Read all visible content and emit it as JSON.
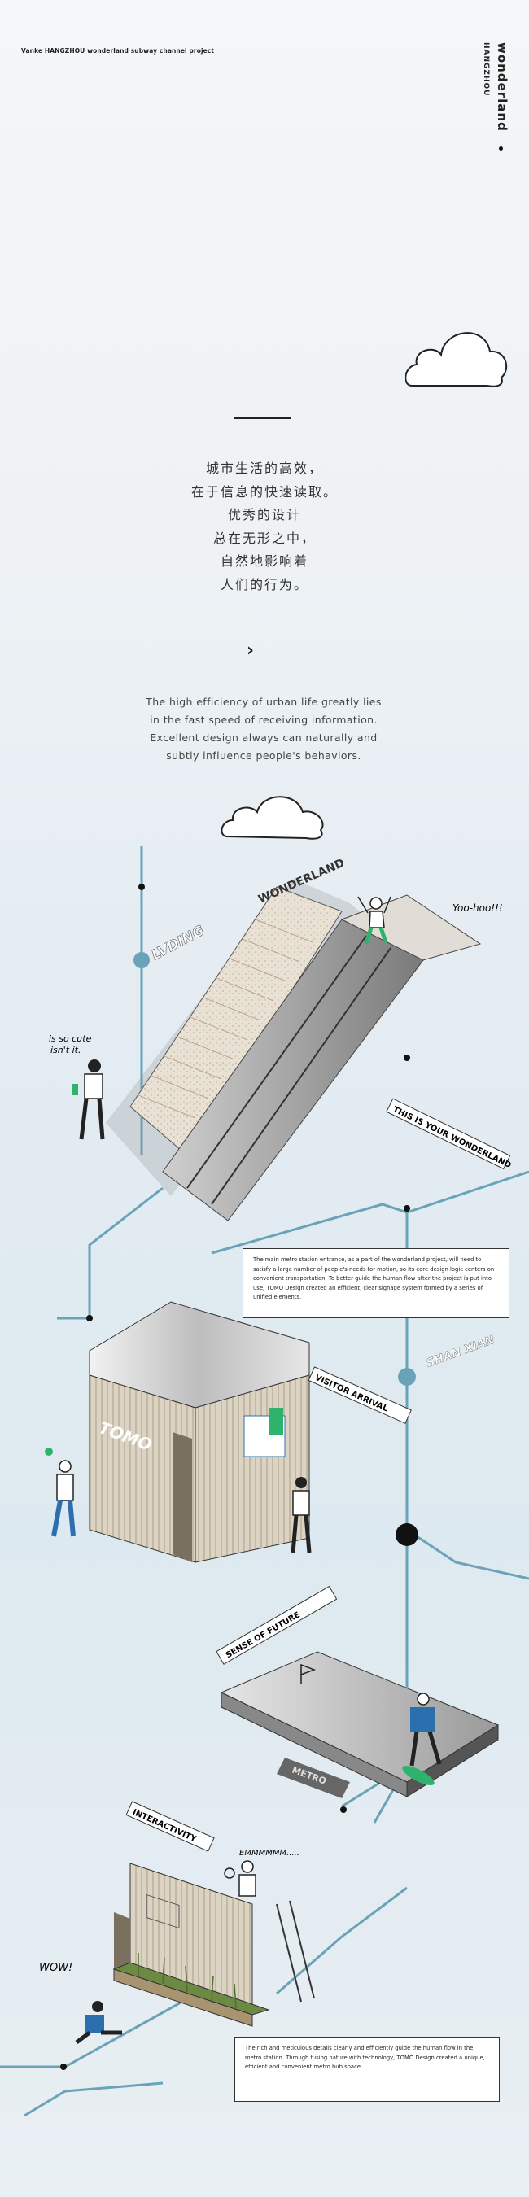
{
  "header": {
    "project_title": "Vanke HANGZHOU wonderland subway channel project",
    "brand_name": "wonderland",
    "brand_city": "HANGZHOU"
  },
  "intro": {
    "chinese_lines": [
      "城市生活的高效，",
      "在于信息的快速读取。",
      "优秀的设计",
      "总在无形之中，",
      "自然地影响着",
      "人们的行为。"
    ],
    "english_lines": [
      "The high efficiency of urban life greatly lies",
      "in the fast speed of receiving information.",
      "Excellent design always can naturally and",
      "subtly influence people's behaviors."
    ]
  },
  "illustration": {
    "stairs_sign": "WONDERLAND",
    "station_lvding": "LVDING",
    "station_shan_xian": "SHAN XIAN",
    "banner_your_wonderland": "THIS IS YOUR WONDERLAND",
    "banner_visitor_arrival": "VISITOR ARRIVAL",
    "banner_sense_of_future": "SENSE OF FUTURE",
    "banner_interactivity": "INTERACTIVITY",
    "kiosk_logo": "TOMO",
    "table_label": "METRO",
    "speech_yoohoo": "Yoo-hoo!!!",
    "speech_cute_line1": "is so cute",
    "speech_cute_line2": "isn't it.",
    "speech_emm": "EMMMMMM.....",
    "speech_wow": "WOW!"
  },
  "descriptions": {
    "box1": "The main metro station entrance, as a part of the wonderland project, will need to satisfy a large number of people's needs for motion, so its core design logic centers on convenient transportation. To better guide the human flow after the project is put into use, TOMO Design created an efficient, clear signage system formed by a series of unified elements.",
    "box2": "The rich and meticulous details clearly and efficiently guide the human flow in the metro station. Through fusing nature with technology, TOMO Design created a unique, efficient and convenient metro hub space."
  },
  "colors": {
    "metro_line": "#6aa3b8",
    "accent_green": "#2fb36c",
    "accent_blue": "#2b6fae",
    "ink": "#222222"
  }
}
